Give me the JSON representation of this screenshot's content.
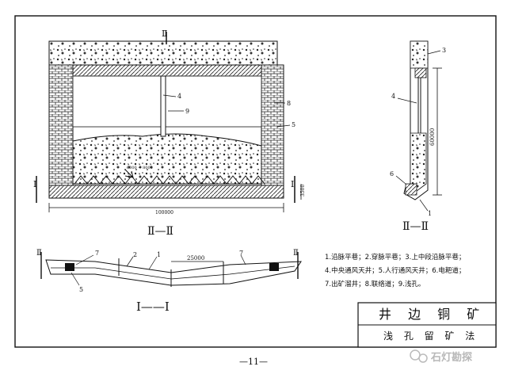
{
  "drawing": {
    "section_marks": {
      "top_cut": "Ⅱ",
      "left_cut": "Ⅰ",
      "right_cut": "Ⅰ",
      "bottom_title": "Ⅱ—Ⅱ",
      "side_title": "Ⅱ—Ⅱ",
      "plan_title": "Ⅰ——Ⅰ",
      "plan_cut_left": "Ⅱ",
      "plan_cut_right": "Ⅱ"
    },
    "callouts": {
      "main_4": "4",
      "main_9": "9",
      "main_8": "8",
      "main_5": "5",
      "side_3": "3",
      "side_4": "4",
      "side_6": "6",
      "side_1": "1",
      "plan_7a": "7",
      "plan_2": "2",
      "plan_1": "1",
      "plan_7b": "7",
      "plan_5": "5"
    },
    "dimensions": {
      "main_width": "100000",
      "main_height": "3500",
      "side_height": "60000",
      "plan_span": "25000",
      "inner_note": "6000 ~ 8000"
    },
    "legend": {
      "line1": "1.沿脉平巷；2.穿脉平巷；3.上中段沿脉平巷；",
      "line2": "4.中央通风天井；5.人行通风天井；6.电耙道；",
      "line3": "7.出矿溜井；8.联络道；9.浅孔。"
    },
    "title_block": {
      "mine_name": "井 边 铜 矿",
      "method_name": "浅 孔 留 矿 法"
    },
    "page_number": "—11—",
    "watermark": "石灯勘探"
  }
}
